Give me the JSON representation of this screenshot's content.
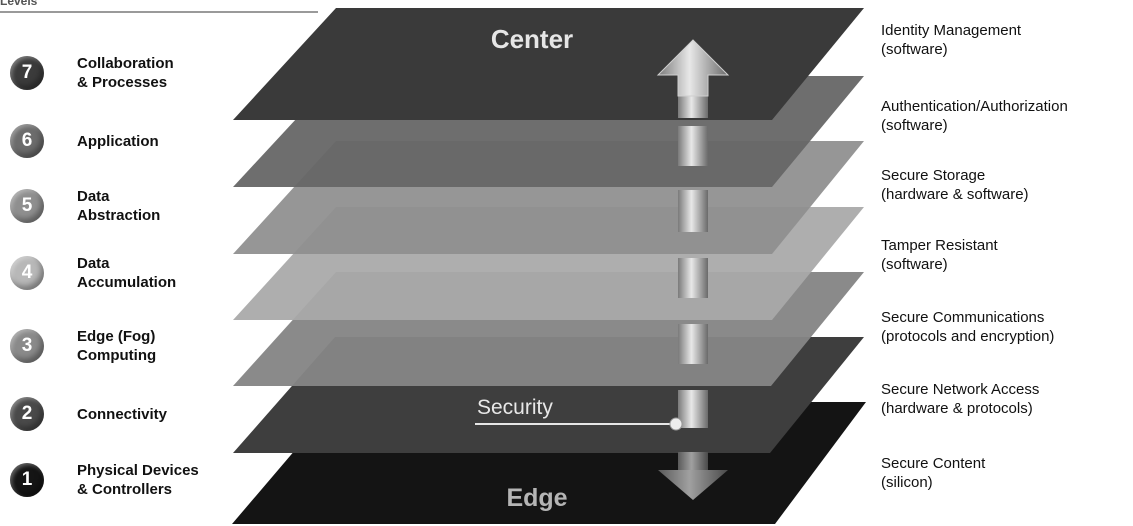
{
  "header": {
    "label": "Levels"
  },
  "levels": [
    {
      "number": "7",
      "label": "Collaboration\n& Processes",
      "color": "#3b3b3b"
    },
    {
      "number": "6",
      "label": "Application",
      "color": "#6c6c6c"
    },
    {
      "number": "5",
      "label": "Data\nAbstraction",
      "color": "#8f8f8f"
    },
    {
      "number": "4",
      "label": "Data\nAccumulation",
      "color": "#b8b8b8"
    },
    {
      "number": "3",
      "label": "Edge (Fog)\nComputing",
      "color": "#8a8a8a"
    },
    {
      "number": "2",
      "label": "Connectivity",
      "color": "#4a4a4a"
    },
    {
      "number": "1",
      "label": "Physical Devices\n& Controllers",
      "color": "#151515"
    }
  ],
  "stack": {
    "top_label": "Center",
    "bottom_label": "Edge",
    "axis_label": "Security"
  },
  "security_items": [
    {
      "title": "Identity Management",
      "detail": "(software)"
    },
    {
      "title": "Authentication/Authorization",
      "detail": "(software)"
    },
    {
      "title": "Secure Storage",
      "detail": "(hardware & software)"
    },
    {
      "title": "Tamper Resistant",
      "detail": "(software)"
    },
    {
      "title": "Secure Communications",
      "detail": "(protocols and encryption)"
    },
    {
      "title": "Secure Network Access",
      "detail": "(hardware & protocols)"
    },
    {
      "title": "Secure Content",
      "detail": "(silicon)"
    }
  ]
}
